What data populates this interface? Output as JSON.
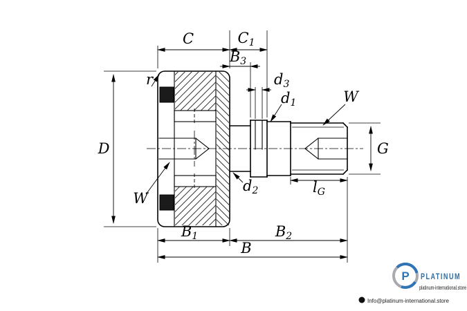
{
  "drawing": {
    "title": "cam-follower-bearing-dimension-drawing",
    "line_color": "#000000",
    "background": "#ffffff",
    "labels": {
      "c": "C",
      "c1_main": "C",
      "c1_sub": "1",
      "b3_main": "B",
      "b3_sub": "3",
      "d3_main": "d",
      "d3_sub": "3",
      "d1_main": "d",
      "d1_sub": "1",
      "d2_main": "d",
      "d2_sub": "2",
      "b1_main": "B",
      "b1_sub": "1",
      "b2_main": "B",
      "b2_sub": "2",
      "b": "B",
      "d": "D",
      "g": "G",
      "lg_main": "l",
      "lg_sub": "G",
      "w_top": "W",
      "w_left": "W",
      "r": "r"
    }
  },
  "watermark": {
    "logo_icon": "platinum-logo-icon",
    "logo_letter": "P",
    "brand": "PLATINUM",
    "site": "platinum-international.store",
    "email": "Info@platinum-international.store",
    "colors": {
      "brand_blue": "#2f74b5",
      "ring_gray": "#a8aab0",
      "text_dark": "#1c1c1c"
    }
  }
}
